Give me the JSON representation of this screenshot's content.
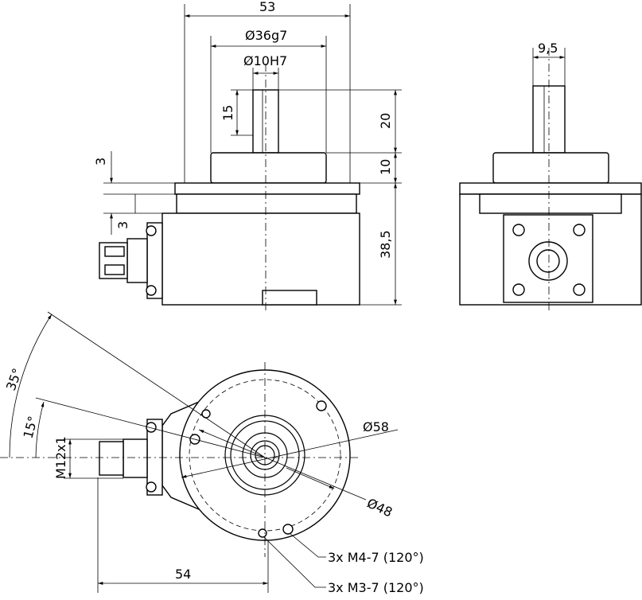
{
  "dimensions": {
    "width_53": "53",
    "flange_dia": "Ø36g7",
    "shaft_dia": "Ø10H7",
    "flat_15": "15",
    "shaft_len": "20",
    "flange_h": "10",
    "plate_3a": "3",
    "plate_3b": "3",
    "body_h": "38,5",
    "shaft_flat": "9,5",
    "angle_35": "35°",
    "angle_15": "15°",
    "thread": "M12x1",
    "outer_dia": "Ø58",
    "bolt_dia": "Ø48",
    "holes_m4": "3x M4-7 (120°)",
    "holes_m3": "3x M3-7 (120°)",
    "offset_54": "54"
  }
}
